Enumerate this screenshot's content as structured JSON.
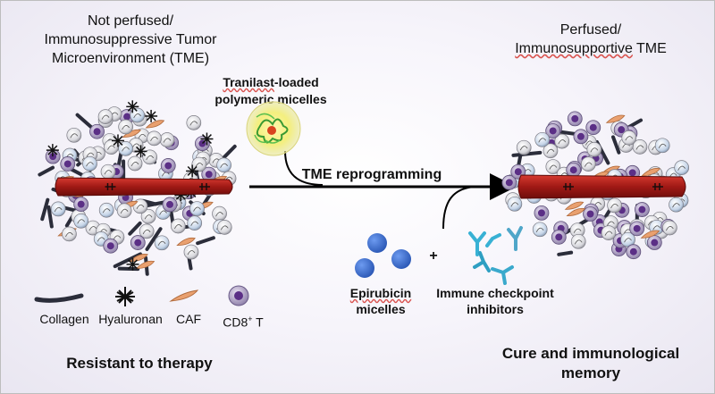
{
  "left_title": [
    "Not perfused/",
    "Immunosuppressive Tumor",
    "Microenvironment (TME)"
  ],
  "right_title_line1": "Perfused/",
  "right_title_line2_a": "Immunosupportive",
  "right_title_line2_b": " TME",
  "micelle_label_a": "Tranilast",
  "micelle_label_b": "-loaded",
  "micelle_label_line2": "polymeric micelles",
  "arrow_label": "TME reprogramming",
  "plus": "+",
  "epirubicin_a": "Epirubicin",
  "epirubicin_b": "micelles",
  "checkpoint_a": "Immune checkpoint",
  "checkpoint_b": "inhibitors",
  "legend": {
    "collagen": "Collagen",
    "hyaluronan": "Hyaluronan",
    "caf": "CAF",
    "cd8": "CD8",
    "cd8_sup": "+",
    "cd8_suffix": " T"
  },
  "left_outcome": "Resistant to therapy",
  "right_outcome_a": "Cure and immunological",
  "right_outcome_b": "memory",
  "colors": {
    "vessel": "#b0201c",
    "epirubicin_sphere": "#3b6fd1",
    "antibody": "#38b1d4",
    "caf": "#e9a06f",
    "cd8_outer": "#8a7ca6",
    "cd8_inner": "#5b2f86"
  }
}
